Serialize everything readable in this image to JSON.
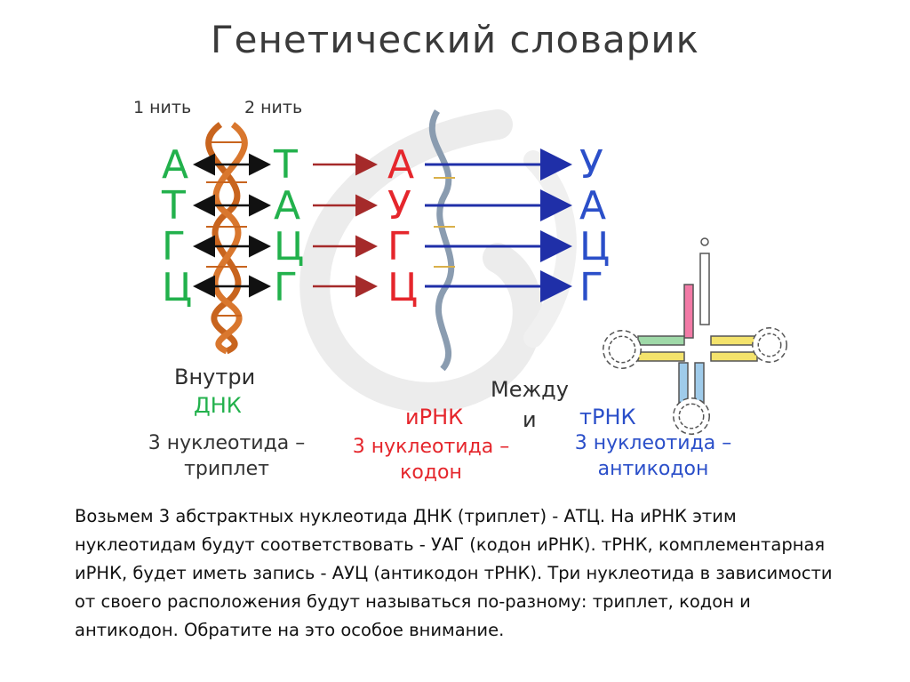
{
  "title": "Генетический словарик",
  "dna": {
    "strand1_label": "1 нить",
    "strand2_label": "2 нить",
    "left": [
      "А",
      "Т",
      "Г",
      "Ц"
    ],
    "right": [
      "Т",
      "А",
      "Ц",
      "Г"
    ],
    "caption_top": "Внутри",
    "caption_name": "ДНК",
    "caption_desc1": "3 нуклеотида –",
    "caption_desc2": "триплет"
  },
  "irna": {
    "letters": [
      "А",
      "У",
      "Г",
      "Ц"
    ],
    "name": "иРНК",
    "desc1": "3 нуклеотида –",
    "desc2": "кодон"
  },
  "between": {
    "word": "Между",
    "and": "и"
  },
  "trna": {
    "letters": [
      "У",
      "А",
      "Ц",
      "Г"
    ],
    "name": "тРНК",
    "desc1": "3 нуклеотида –",
    "desc2": "антикодон"
  },
  "colors": {
    "green": "#22b14c",
    "red": "#e5262c",
    "blue": "#2b4fc9",
    "brown": "#c8641e",
    "dark_red": "#a52a2a"
  },
  "paragraph": "Возьмем 3 абстрактных нуклеотида ДНК (триплет) - АТЦ. На иРНК этим нуклеотидам будут соответствовать - УАГ (кодон иРНК). тРНК, комплементарная иРНК, будет иметь запись - АУЦ (антикодон тРНК). Три нуклеотида в зависимости от своего расположения будут называться по-разному: триплет, кодон и антикодон. Обратите на это особое внимание."
}
